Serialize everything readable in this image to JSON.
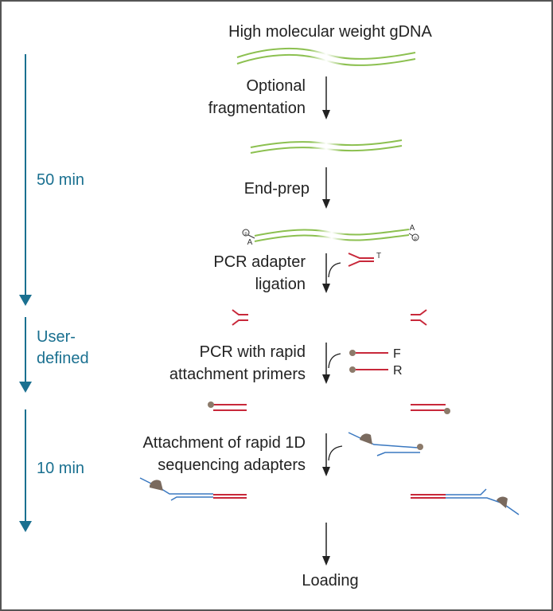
{
  "steps": {
    "gdna": "High molecular weight gDNA",
    "frag_1": "Optional",
    "frag_2": "fragmentation",
    "endprep": "End-prep",
    "pcr_adapter_1": "PCR adapter",
    "pcr_adapter_2": "ligation",
    "pcr_primers_1": "PCR with rapid",
    "pcr_primers_2": "attachment primers",
    "attach_1": "Attachment of rapid 1D",
    "attach_2": "sequencing adapters",
    "loading": "Loading"
  },
  "times": {
    "t1": "50 min",
    "t2a": "User-",
    "t2b": "defined",
    "t3": "10 min"
  },
  "marks": {
    "phosphate": "p",
    "a_tail": "A",
    "t_overhang": "T",
    "primer_f": "F",
    "primer_r": "R"
  },
  "colors": {
    "dna_green": "#8cc050",
    "adapter_red": "#c8283a",
    "seq_adapter_blue": "#3a78c0",
    "motor_brown": "#7a6a5e",
    "time_blue": "#1a7090",
    "arrow": "#222222"
  }
}
